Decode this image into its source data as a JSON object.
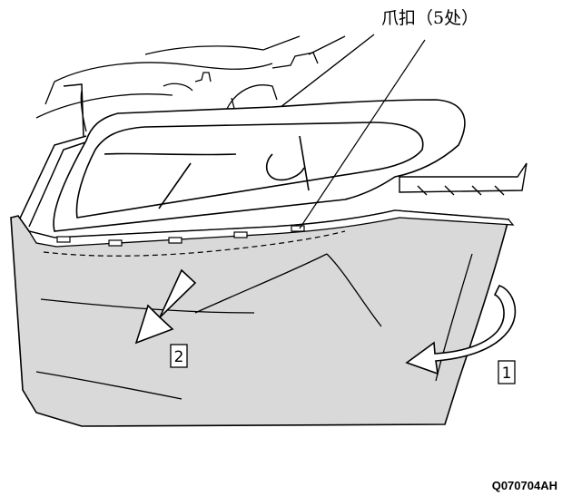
{
  "callout": {
    "label": "爪扣（5处）"
  },
  "steps": [
    {
      "number": "1",
      "description_icon": "curved-arrow-icon"
    },
    {
      "number": "2",
      "description_icon": "straight-arrow-icon"
    }
  ],
  "figure_code": "Q070704AH",
  "colors": {
    "bumper_fill": "#d9d9d9",
    "line": "#000000",
    "background": "#ffffff"
  }
}
